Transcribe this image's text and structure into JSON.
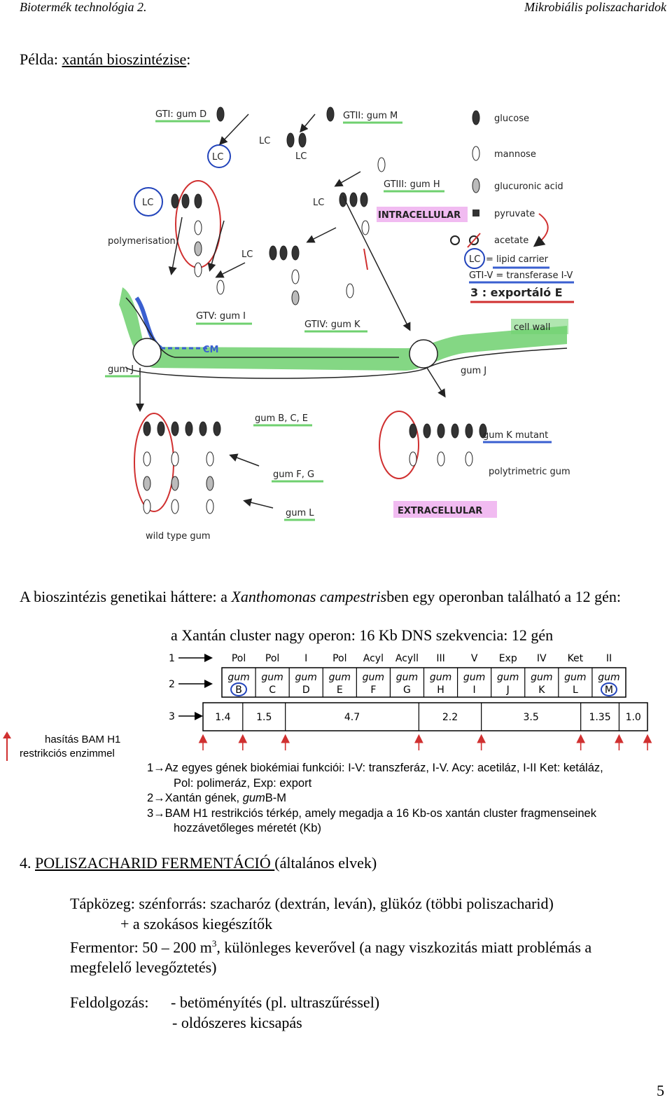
{
  "header": {
    "left": "Biotermék technológia 2.",
    "right": "Mikrobiális poliszacharidok"
  },
  "example": {
    "prefix": "Példa: ",
    "link": "xantán bioszintézise",
    "suffix": ":"
  },
  "figure": {
    "labels": {
      "gt1": "GTI: gum D",
      "gt2": "GTII: gum M",
      "gt3": "GTIII: gum H",
      "gt4": "GTIV: gum K",
      "gt5": "GTV: gum I",
      "lc": "LC",
      "polymerisation": "polymerisation",
      "intracellular": "INTRACELLULAR",
      "extracellular": "EXTRACELLULAR",
      "cellwall": "cell wall",
      "cm": "CM",
      "gumj_left": "gum J",
      "gumj_right": "gum J",
      "gumbce": "gum B, C, E",
      "gumfg": "gum F, G",
      "guml": "gum L",
      "gumk_mutant": "gum K mutant",
      "polytrimeric": "polytrimetric gum",
      "wildtype": "wild type gum"
    },
    "legend": {
      "glucose": "glucose",
      "mannose": "mannose",
      "glucuronic": "glucuronic acid",
      "pyruvate": "pyruvate",
      "acetate": "acetate",
      "lc": "LC",
      "lipid": "= lipid carrier",
      "gti": "GTI-V = transferase I-V",
      "export": "3 : exportáló E"
    },
    "colors": {
      "cellwall": "#6fd06f",
      "membrane": "#3a5fd0",
      "circle_blue": "#2244bb",
      "circle_red": "#d03030",
      "highlight_pink": "#e88ee8",
      "highlight_green": "#8fdc8f"
    }
  },
  "genetics": {
    "intro_a": "A bioszintézis genetikai háttere: a ",
    "intro_species": "Xanthomonas campestris",
    "intro_b": "ben egy operonban található a 12 gén:",
    "operon_title": "a Xantán cluster nagy operon: 16 Kb DNS szekvencia: 12 gén",
    "row_labels": [
      "1",
      "2",
      "3"
    ],
    "functions": [
      "Pol",
      "Pol",
      "I",
      "Pol",
      "Acyl",
      "Acyll",
      "III",
      "V",
      "Exp",
      "IV",
      "Ket",
      "II"
    ],
    "genes_top": [
      "gum",
      "gum",
      "gum",
      "gum",
      "gum",
      "gum",
      "gum",
      "gum",
      "gum",
      "gum",
      "gum",
      "gum"
    ],
    "genes_bottom": [
      "B",
      "C",
      "D",
      "E",
      "F",
      "G",
      "H",
      "I",
      "J",
      "K",
      "L",
      "M"
    ],
    "sizes": [
      "1.4",
      "1.5",
      "4.7",
      "2.2",
      "3.5",
      "1.35",
      "1.0"
    ],
    "cleavage_line1": "hasítás BAM H1",
    "cleavage_line2": "restrikciós enzimmel",
    "notes": {
      "n1a": "1→Az egyes gének biokémiai funkciói: I-V: transzferáz, I-V. Acy: acetiláz, I-II Ket: ketáláz,",
      "n1b": "Pol: polimeráz, Exp: export",
      "n2_pre": "2→Xantán gének, ",
      "n2_it": "gum",
      "n2_post": "B-M",
      "n3a": "3→BAM H1 restrikciós térkép, amely megadja a 16 Kb-os xantán cluster fragmenseinek",
      "n3b": "hozzávetőleges méretét (Kb)"
    }
  },
  "section4": {
    "number": "4. ",
    "title": "POLISZACHARID FERMENTÁCIÓ ",
    "subtitle": "(általános elvek)",
    "medium_a": "Tápközeg: szénforrás: szacharóz (dextrán, leván), glükóz (többi poliszacharid)",
    "medium_b": "+ a szokásos kiegészítők",
    "fermentor_a": "Fermentor: 50 – 200 m",
    "fermentor_sup": "3",
    "fermentor_b": ", különleges keverővel (a nagy viszkozitás miatt problémás a",
    "fermentor_c": "megfelelő levegőztetés)",
    "processing_label": "Feldolgozás:",
    "processing_1": "- betöményítés (pl. ultraszűréssel)",
    "processing_2": "- oldószeres kicsapás"
  },
  "page_number": "5"
}
